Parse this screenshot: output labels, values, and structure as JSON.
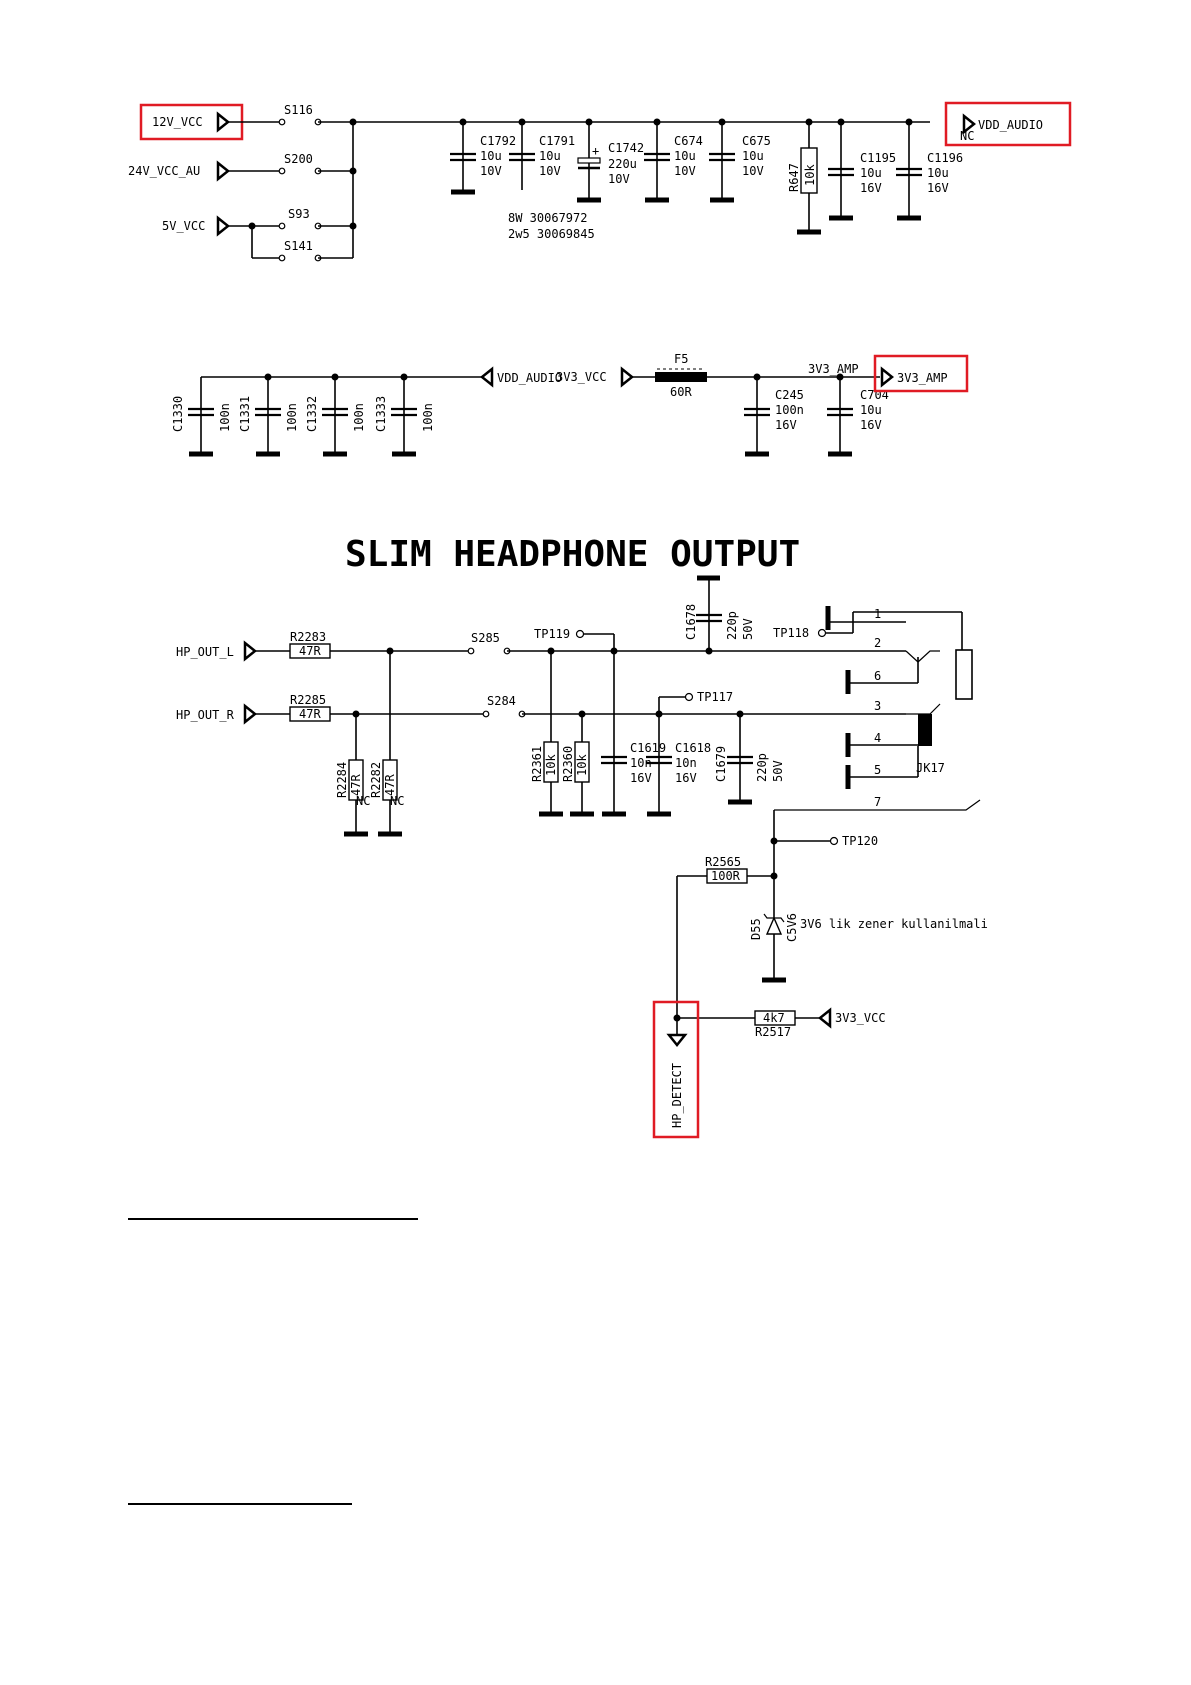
{
  "power": {
    "net_12v": "12V_VCC",
    "net_24v": "24V_VCC_AU",
    "net_5v": "5V_VCC",
    "s116": "S116",
    "s200": "S200",
    "s93": "S93",
    "s141": "S141",
    "vdd_audio": "VDD_AUDIO",
    "nc": "NC",
    "c1792": [
      "C1792",
      "10u",
      "10V"
    ],
    "c1791": [
      "C1791",
      "10u",
      "10V"
    ],
    "c1742": [
      "C1742",
      "220u",
      "10V"
    ],
    "c674": [
      "C674",
      "10u",
      "10V"
    ],
    "c675": [
      "C675",
      "10u",
      "10V"
    ],
    "r647": [
      "R647",
      "10k"
    ],
    "c1195": [
      "C1195",
      "10u",
      "16V"
    ],
    "c1196": [
      "C1196",
      "10u",
      "16V"
    ],
    "note1": "8W 30067972",
    "note2": "2w5 30069845"
  },
  "decoupling": {
    "caps": [
      {
        "ref": "C1330",
        "val": "100n"
      },
      {
        "ref": "C1331",
        "val": "100n"
      },
      {
        "ref": "C1332",
        "val": "100n"
      },
      {
        "ref": "C1333",
        "val": "100n"
      }
    ],
    "vdd_audio": "VDD_AUDIO",
    "vcc_3v3": "3V3_VCC",
    "f5": [
      "F5",
      "60R"
    ],
    "amp_net": "3V3_AMP",
    "amp_port": "3V3_AMP",
    "c245": [
      "C245",
      "100n",
      "16V"
    ],
    "c704": [
      "C704",
      "10u",
      "16V"
    ]
  },
  "headphone": {
    "title": "SLIM HEADPHONE OUTPUT",
    "hp_out_l": "HP_OUT_L",
    "hp_out_r": "HP_OUT_R",
    "r2283": [
      "R2283",
      "47R"
    ],
    "r2285": [
      "R2285",
      "47R"
    ],
    "r2284": [
      "R2284",
      "47R",
      "NC"
    ],
    "r2282": [
      "R2282",
      "47R",
      "NC"
    ],
    "s285": "S285",
    "s284": "S284",
    "tp119": "TP119",
    "tp118": "TP118",
    "tp117": "TP117",
    "tp120": "TP120",
    "c1678": [
      "C1678",
      "220p",
      "50V"
    ],
    "r2361": [
      "R2361",
      "10k"
    ],
    "r2360": [
      "R2360",
      "10k"
    ],
    "c1619": [
      "C1619",
      "10n",
      "16V"
    ],
    "c1618": [
      "C1618",
      "10n",
      "16V"
    ],
    "c1679": [
      "C1679",
      "220p",
      "50V"
    ],
    "pins": [
      "1",
      "2",
      "6",
      "3",
      "4",
      "5",
      "7"
    ],
    "jack": "JK17",
    "r2565": [
      "R2565",
      "100R"
    ],
    "d55": [
      "D55",
      "C5V6"
    ],
    "zener_note": "3V6 lik zener kullanilmali",
    "r2517": [
      "R2517",
      "4k7"
    ],
    "vcc_3v3": "3V3_VCC",
    "hp_detect": "HP_DETECT"
  }
}
